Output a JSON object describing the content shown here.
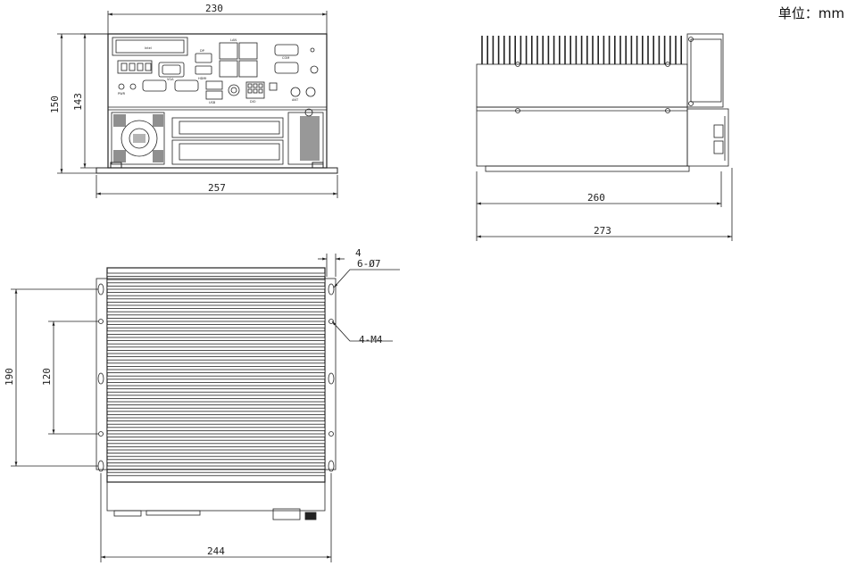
{
  "unit_label": "单位：mm",
  "front_view": {
    "dim_top": "230",
    "dim_outer_height": "150",
    "dim_inner_height": "143",
    "dim_base": "257",
    "port_labels": {
      "panel": "Intel",
      "dp": "DP",
      "hdmi": "HDMI",
      "com": "COM",
      "vga": "VGA",
      "pwr": "PWR",
      "usb": "USB",
      "lan": "LAN",
      "ant": "ANT",
      "dio": "DIO"
    }
  },
  "side_view": {
    "dim_260": "260",
    "dim_273": "273"
  },
  "bottom_view": {
    "dim_4": "4",
    "holes_label": "6-Ø7",
    "thread_label": "4-M4",
    "dim_190": "190",
    "dim_120": "120",
    "dim_244": "244"
  }
}
